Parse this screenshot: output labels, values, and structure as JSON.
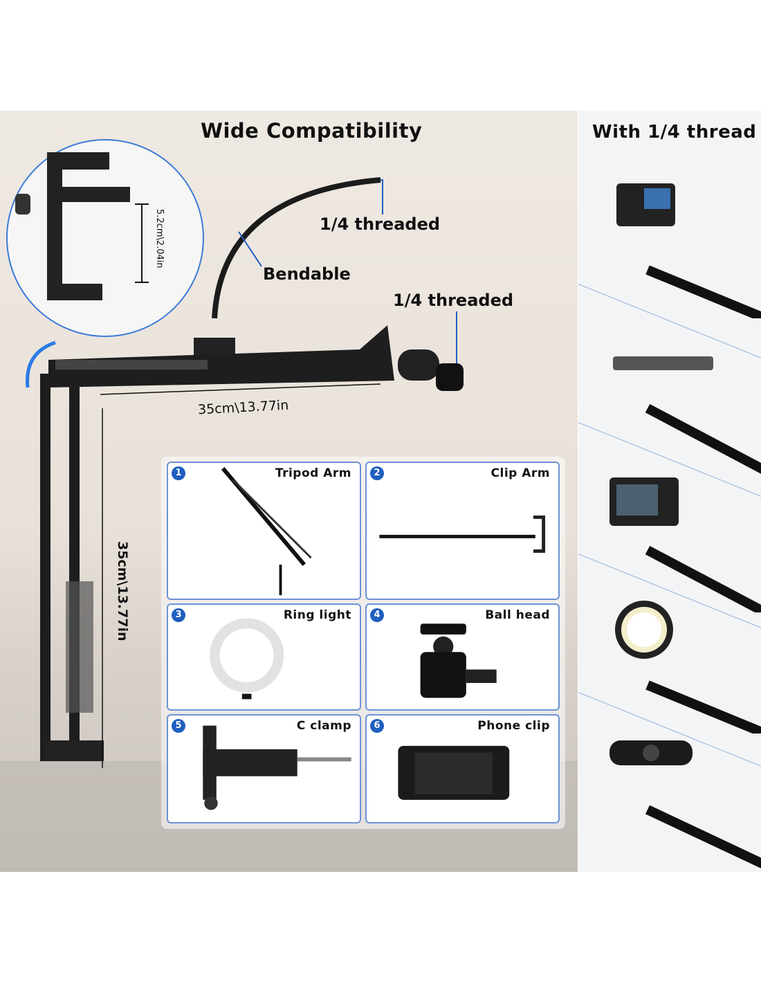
{
  "main": {
    "title": "Wide Compatibility",
    "callouts": {
      "threaded_top": "1/4 threaded",
      "bendable": "Bendable",
      "threaded_side": "1/4 threaded"
    },
    "dimensions": {
      "clamp_opening": "5.2cm\\2.04in",
      "arm_length": "35cm\\13.77in",
      "pole_height": "35cm\\13.77in"
    }
  },
  "accessories": [
    {
      "number": "1",
      "name": "Tripod Arm"
    },
    {
      "number": "2",
      "name": "Clip Arm"
    },
    {
      "number": "3",
      "name": "Ring light"
    },
    {
      "number": "4",
      "name": "Ball head"
    },
    {
      "number": "5",
      "name": "C clamp"
    },
    {
      "number": "6",
      "name": "Phone clip"
    }
  ],
  "side_panel": {
    "title": "With 1/4 thread",
    "devices": [
      "action-camera",
      "phone",
      "compact-camera",
      "ring-light",
      "webcam"
    ]
  },
  "colors": {
    "accent": "#1f5fbf",
    "card_border": "#6b93d6"
  }
}
